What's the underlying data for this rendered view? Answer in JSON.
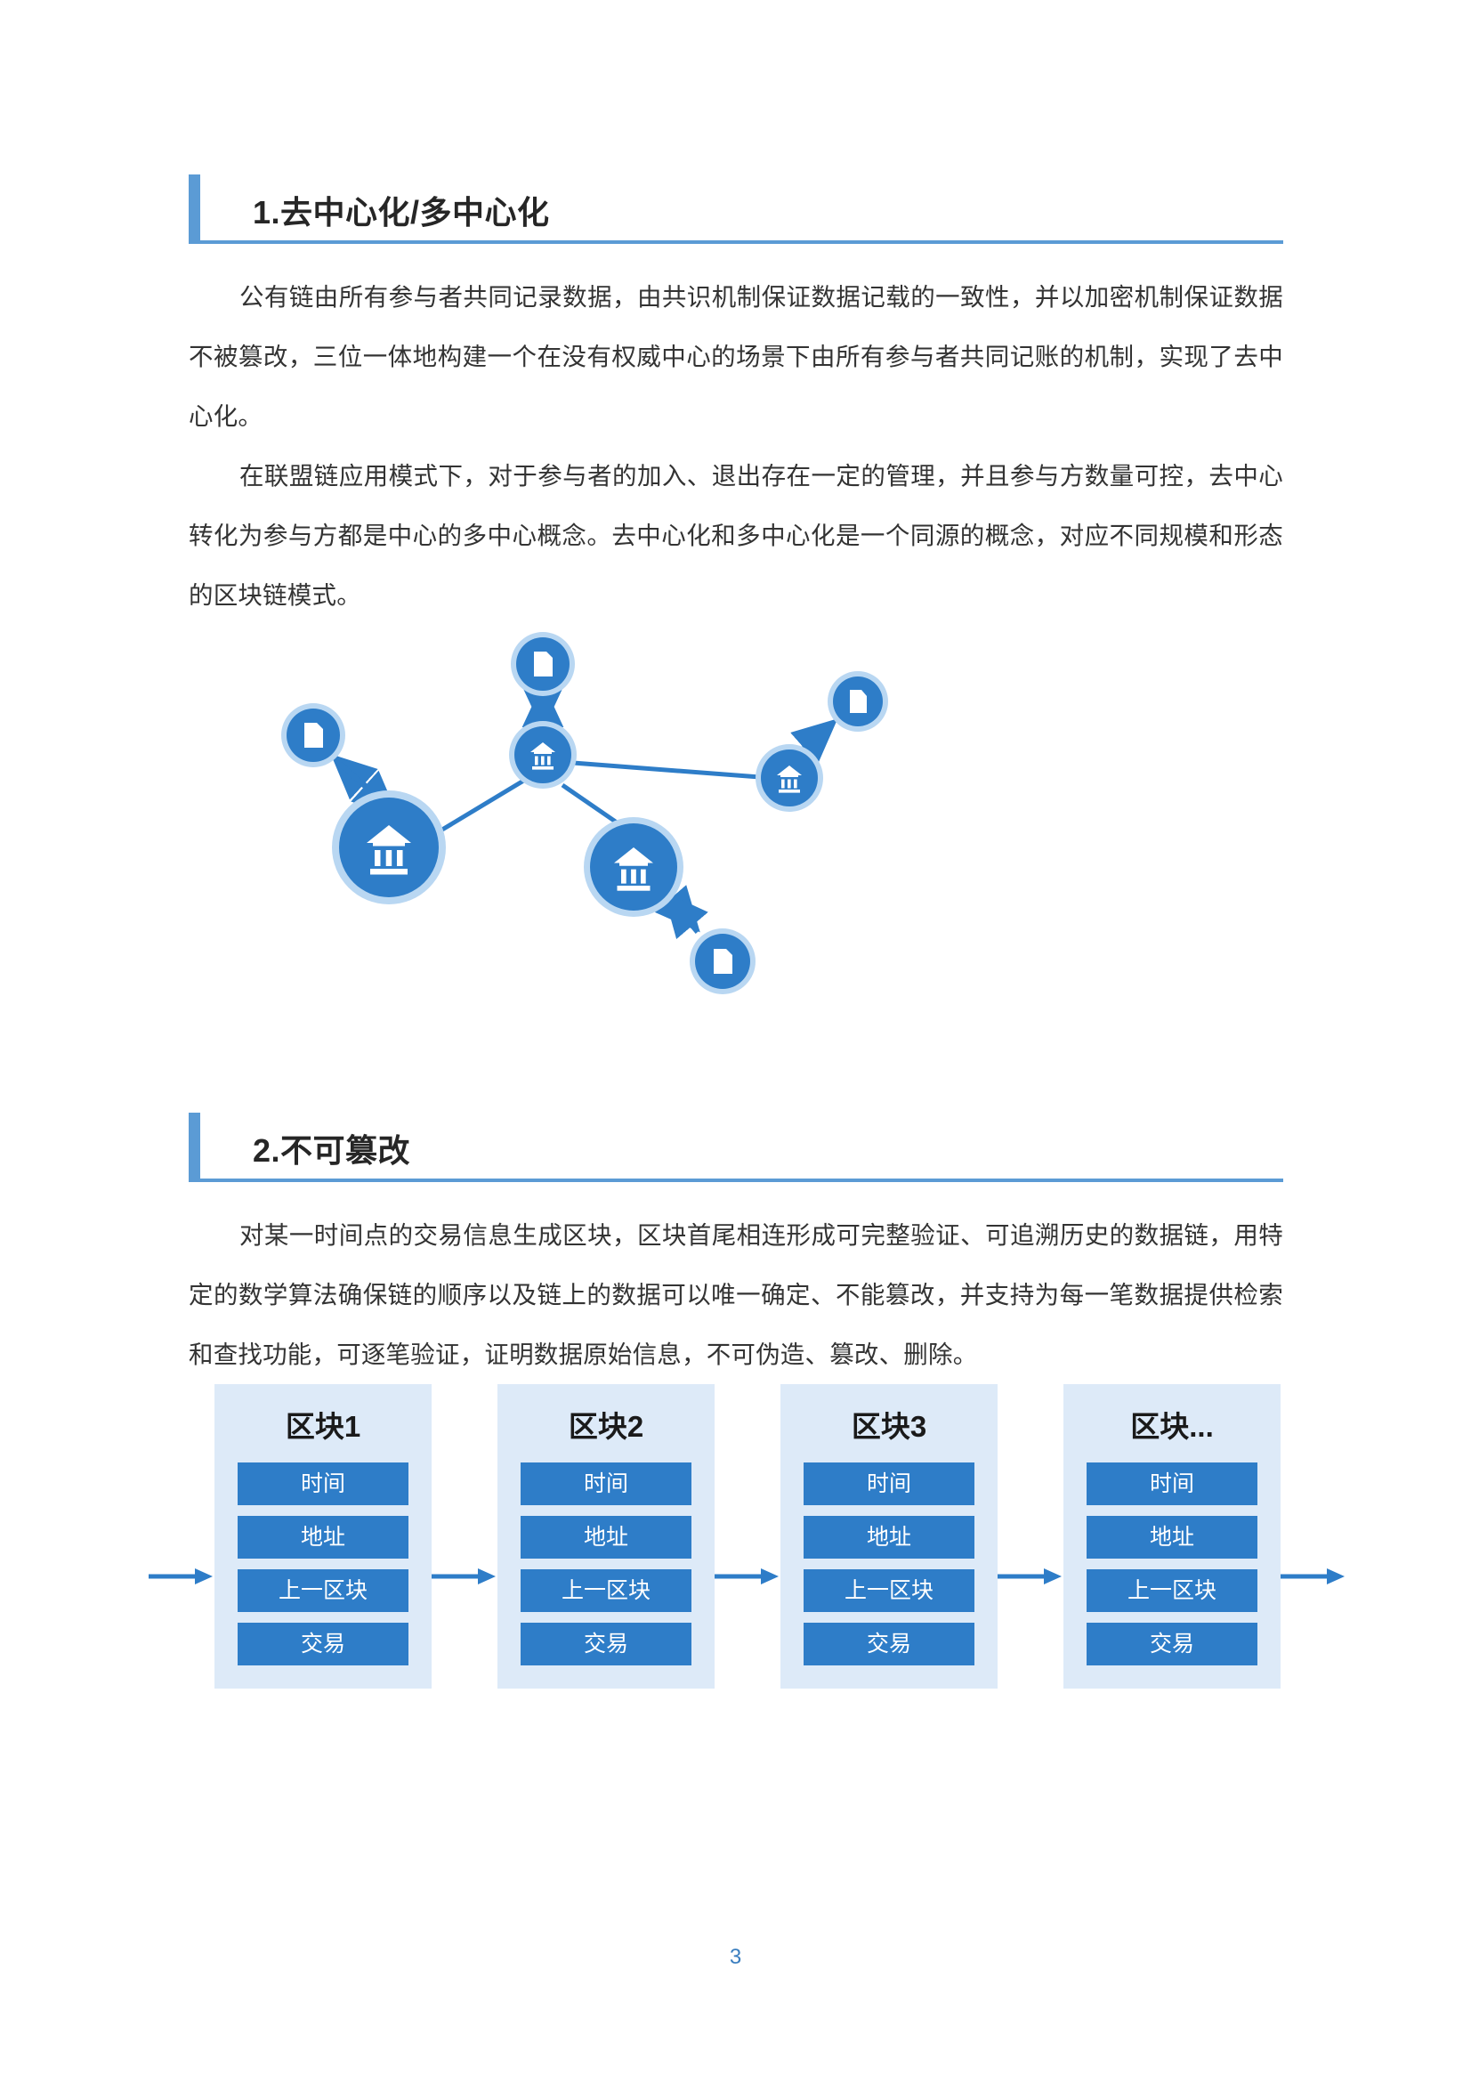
{
  "document": {
    "page_number": "3",
    "accent_color": "#5b9bd5",
    "node_fill": "#2e7dc8",
    "node_halo": "#b9d7f2",
    "block_bg": "#ddeaf8",
    "field_bg": "#2e7dc8"
  },
  "sections": [
    {
      "heading": "1.去中心化/多中心化",
      "paragraphs": [
        "公有链由所有参与者共同记录数据，由共识机制保证数据记载的一致性，并以加密机制保证数据不被篡改，三位一体地构建一个在没有权威中心的场景下由所有参与者共同记账的机制，实现了去中心化。",
        "在联盟链应用模式下，对于参与者的加入、退出存在一定的管理，并且参与方数量可控，去中心转化为参与方都是中心的多中心概念。去中心化和多中心化是一个同源的概念，对应不同规模和形态的区块链模式。"
      ]
    },
    {
      "heading": "2.不可篡改",
      "paragraphs": [
        "对某一时间点的交易信息生成区块，区块首尾相连形成可完整验证、可追溯历史的数据链，用特定的数学算法确保链的顺序以及链上的数据可以唯一确定、不能篡改，并支持为每一笔数据提供检索和查找功能，可逐笔验证，证明数据原始信息，不可伪造、篡改、删除。"
      ]
    }
  ],
  "network_diagram": {
    "name": "decentralized-network-diagram",
    "nodes": [
      {
        "id": "doc-top",
        "icon": "document-icon",
        "size": "small"
      },
      {
        "id": "doc-left",
        "icon": "document-icon",
        "size": "small"
      },
      {
        "id": "doc-right",
        "icon": "document-icon",
        "size": "small"
      },
      {
        "id": "doc-bottom",
        "icon": "document-icon",
        "size": "small"
      },
      {
        "id": "bank-center",
        "icon": "bank-icon",
        "size": "small"
      },
      {
        "id": "bank-left",
        "icon": "bank-icon",
        "size": "large"
      },
      {
        "id": "bank-mid",
        "icon": "bank-icon",
        "size": "large"
      },
      {
        "id": "bank-right",
        "icon": "bank-icon",
        "size": "small"
      }
    ],
    "links": [
      {
        "from": "bank-center",
        "to": "doc-top",
        "arrows": "both"
      },
      {
        "from": "bank-left",
        "to": "doc-left",
        "arrows": "both"
      },
      {
        "from": "bank-right",
        "to": "doc-right",
        "arrows": "end"
      },
      {
        "from": "bank-mid",
        "to": "doc-bottom",
        "arrows": "both"
      },
      {
        "from": "bank-center",
        "to": "bank-left",
        "arrows": "none"
      },
      {
        "from": "bank-center",
        "to": "bank-mid",
        "arrows": "none"
      },
      {
        "from": "bank-center",
        "to": "bank-right",
        "arrows": "none"
      }
    ]
  },
  "chain_diagram": {
    "name": "blockchain-sequence-diagram",
    "field_labels": [
      "时间",
      "地址",
      "上一区块",
      "交易"
    ],
    "blocks": [
      {
        "title": "区块1",
        "fields": [
          "时间",
          "地址",
          "上一区块",
          "交易"
        ]
      },
      {
        "title": "区块2",
        "fields": [
          "时间",
          "地址",
          "上一区块",
          "交易"
        ]
      },
      {
        "title": "区块3",
        "fields": [
          "时间",
          "地址",
          "上一区块",
          "交易"
        ]
      },
      {
        "title": "区块...",
        "fields": [
          "时间",
          "地址",
          "上一区块",
          "交易"
        ]
      }
    ]
  }
}
